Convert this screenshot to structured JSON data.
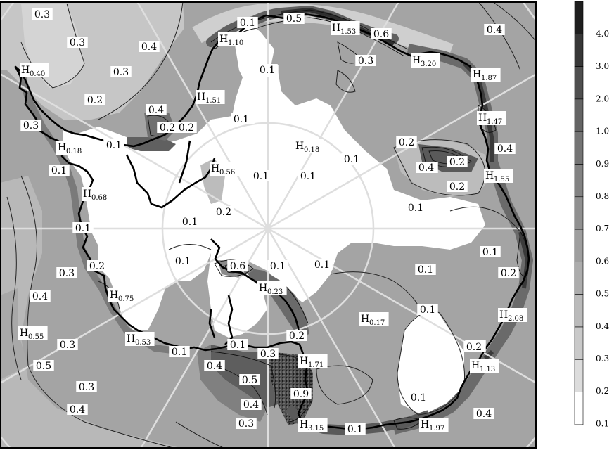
{
  "colors": {
    "background": "#ffffff",
    "grid": "#d8d8d8",
    "coast": "#000000",
    "contour": "#202020"
  },
  "legend": {
    "levels": [
      "4.0",
      "3.0",
      "2.0",
      "1.0",
      "0.9",
      "0.8",
      "0.7",
      "0.6",
      "0.5",
      "0.4",
      "0.3",
      "0.2",
      "0.1"
    ],
    "fills": [
      "#1e1e1e",
      "#373737",
      "#4f4f4f",
      "#646464",
      "#747474",
      "#828282",
      "#909090",
      "#9e9e9e",
      "#acacac",
      "#bababa",
      "#c9c9c9",
      "#dcdcdc",
      "#ffffff"
    ]
  },
  "contour_labels": [
    {
      "text": "0.3"
    },
    {
      "text": "0.3"
    },
    {
      "text": "0.4"
    },
    {
      "text": "0.3"
    },
    {
      "text": "0.2"
    },
    {
      "text": "0.3"
    },
    {
      "text": "0.4"
    },
    {
      "text": "0.2"
    },
    {
      "text": "0.1"
    },
    {
      "text": "0.1"
    },
    {
      "text": "0.1"
    },
    {
      "text": "0.2"
    },
    {
      "text": "0.1"
    },
    {
      "text": "0.1"
    },
    {
      "text": "0.1"
    },
    {
      "text": "0.3"
    },
    {
      "text": "0.2"
    },
    {
      "text": "0.1"
    },
    {
      "text": "0.4"
    },
    {
      "text": "0.3"
    },
    {
      "text": "0.5"
    },
    {
      "text": "0.3"
    },
    {
      "text": "0.4"
    },
    {
      "text": "0.1"
    },
    {
      "text": "0.1"
    },
    {
      "text": "0.1"
    },
    {
      "text": "0.2"
    },
    {
      "text": "0.1"
    },
    {
      "text": "0.6"
    },
    {
      "text": "0.1"
    },
    {
      "text": "0.1"
    },
    {
      "text": "0.1"
    },
    {
      "text": "0.1"
    },
    {
      "text": "0.3"
    },
    {
      "text": "0.4"
    },
    {
      "text": "0.5"
    },
    {
      "text": "0.4"
    },
    {
      "text": "0.3"
    },
    {
      "text": "0.9"
    },
    {
      "text": "0.1"
    },
    {
      "text": "0.2"
    },
    {
      "text": "0.1"
    },
    {
      "text": "0.1"
    },
    {
      "text": "0.4"
    },
    {
      "text": "0.1"
    },
    {
      "text": "0.2"
    },
    {
      "text": "0.2"
    },
    {
      "text": "0.4"
    },
    {
      "text": "0.2"
    },
    {
      "text": "0.1"
    },
    {
      "text": "0.2"
    },
    {
      "text": "0.4"
    },
    {
      "text": "0.5"
    },
    {
      "text": "0.6"
    },
    {
      "text": "0.4"
    },
    {
      "text": "0.2"
    },
    {
      "text": "0.3"
    },
    {
      "text": "0.4"
    },
    {
      "text": "0.1"
    },
    {
      "text": "0.1"
    },
    {
      "text": "0.2"
    },
    {
      "text": "0.1"
    },
    {
      "text": "0.2"
    }
  ],
  "highs": [
    {
      "sub": "0.40"
    },
    {
      "sub": "1.10"
    },
    {
      "sub": "1.51"
    },
    {
      "sub": "0.18"
    },
    {
      "sub": "0.56"
    },
    {
      "sub": "0.68"
    },
    {
      "sub": "0.18"
    },
    {
      "sub": "1.53"
    },
    {
      "sub": "3.20"
    },
    {
      "sub": "1.87"
    },
    {
      "sub": "1.47"
    },
    {
      "sub": "1.55"
    },
    {
      "sub": "2.08"
    },
    {
      "sub": "1.13"
    },
    {
      "sub": "1.97"
    },
    {
      "sub": "3.15"
    },
    {
      "sub": "1.71"
    },
    {
      "sub": "0.17"
    },
    {
      "sub": "0.23"
    },
    {
      "sub": "0.53"
    },
    {
      "sub": "0.75"
    },
    {
      "sub": "0.55"
    }
  ]
}
